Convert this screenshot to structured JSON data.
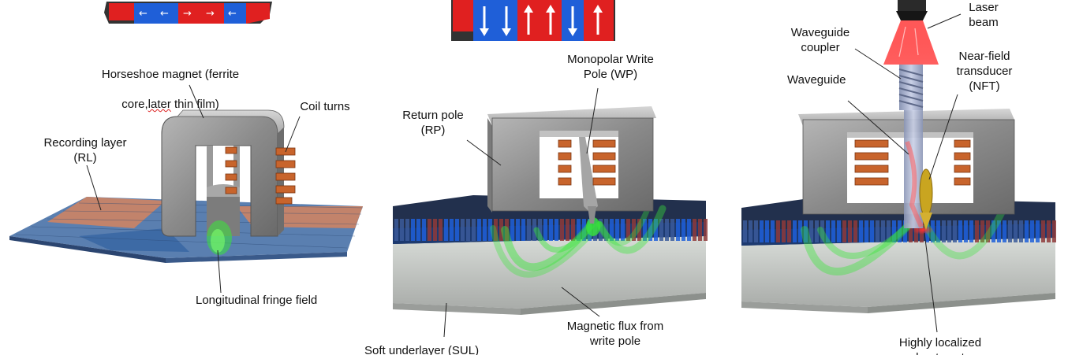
{
  "panels": [
    {
      "id": "longitudinal",
      "labels": {
        "magnet_line1": "Horseshoe magnet (ferrite",
        "magnet_line2_a": "core,",
        "magnet_line2_b": "later",
        "magnet_line2_c": " thin film)",
        "coil": "Coil turns",
        "recording_layer": "Recording layer\n(RL)",
        "fringe": "Longitudinal fringe field"
      }
    },
    {
      "id": "perpendicular",
      "labels": {
        "write_pole": "Monopolar Write\nPole (WP)",
        "return_pole": "Return pole\n(RP)",
        "flux": "Magnetic flux from\nwrite pole",
        "sul": "Soft underlayer (SUL)"
      }
    },
    {
      "id": "hamr",
      "labels": {
        "laser": "Laser\nbeam",
        "coupler": "Waveguide\ncoupler",
        "nft": "Near-field\ntransducer\n(NFT)",
        "waveguide": "Waveguide",
        "heat": "Highly localized\nheat spot"
      }
    }
  ],
  "colors": {
    "up_magnetized": "#e02020",
    "down_magnetized": "#1f5fd8",
    "core_gray": "#8c8c8c",
    "coil_copper": "#c8642c",
    "flux_green": "#39e639",
    "laser_red": "#ff2a2a"
  }
}
